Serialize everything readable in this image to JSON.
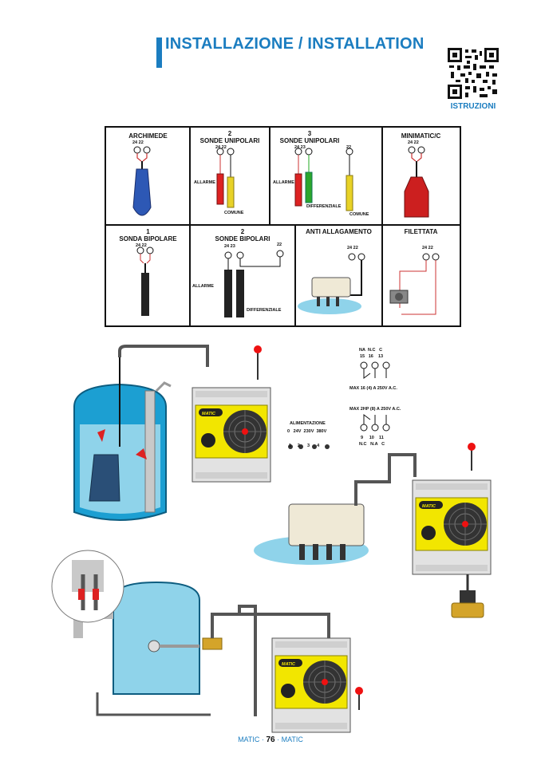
{
  "page": {
    "title": "INSTALLAZIONE / INSTALLATION",
    "qr_label": "ISTRUZIONI",
    "footer": {
      "left": "MATIC",
      "page": "76",
      "right": "MATIC",
      "sep": "·"
    }
  },
  "grid": {
    "cells": [
      {
        "title": "ARCHIMEDE",
        "terms": [
          "24",
          "22"
        ]
      },
      {
        "title_num": "2",
        "title": "SONDE UNIPOLARI",
        "terms": [
          "24",
          "22"
        ],
        "labels": [
          "ALLARME",
          "COMUNE"
        ]
      },
      {
        "title_num": "3",
        "title": "SONDE UNIPOLARI",
        "terms": [
          "24",
          "23",
          "22"
        ],
        "labels": [
          "ALLARME",
          "DIFFERENZIALE",
          "COMUNE"
        ]
      },
      {
        "title": "MINIMATIC/C",
        "terms": [
          "24",
          "22"
        ]
      },
      {
        "title_num": "1",
        "title": "SONDA BIPOLARE",
        "terms": [
          "24",
          "22"
        ]
      },
      {
        "title_num": "2",
        "title": "SONDE BIPOLARI",
        "terms": [
          "24",
          "23",
          "22"
        ],
        "labels": [
          "ALLARME",
          "DIFFERENZIALE"
        ]
      },
      {
        "title": "ANTI ALLAGAMENTO",
        "terms": [
          "24",
          "22"
        ]
      },
      {
        "title": "FILETTATA",
        "terms": [
          "24",
          "22"
        ]
      }
    ]
  },
  "relay": {
    "top_labels": [
      "NA",
      "N.C",
      "C"
    ],
    "top_nums": [
      "15",
      "16",
      "13"
    ],
    "max1": "MAX 16 (4) A 250V A.C.",
    "max2": "MAX 2HP (8) A 250V A.C.",
    "bottom_nums": [
      "9",
      "10",
      "11"
    ],
    "bottom_labels": [
      "N.C",
      "N.A",
      "C"
    ]
  },
  "power": {
    "title": "ALIMENTAZIONE",
    "voltages": [
      "0",
      "24V",
      "230V",
      "380V"
    ],
    "nums": [
      "1",
      "2",
      "3",
      "4"
    ]
  },
  "device": {
    "brand": "MATIC"
  },
  "colors": {
    "accent": "#1b7dc0",
    "yellow": "#f2e600",
    "water": "#8fd3ea",
    "red": "#d42020"
  }
}
